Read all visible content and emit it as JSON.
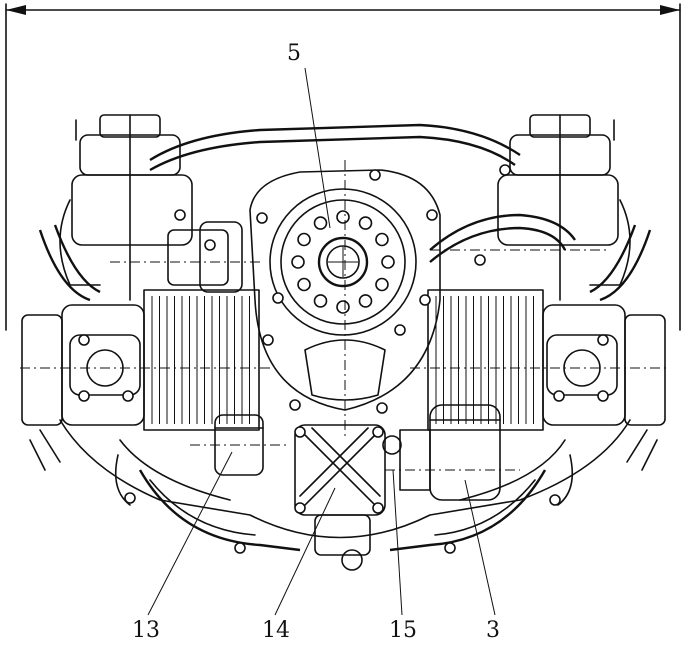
{
  "diagram": {
    "callouts": [
      {
        "id": "5",
        "label": "5"
      },
      {
        "id": "13",
        "label": "13"
      },
      {
        "id": "14",
        "label": "14"
      },
      {
        "id": "15",
        "label": "15"
      },
      {
        "id": "3",
        "label": "3"
      }
    ]
  }
}
